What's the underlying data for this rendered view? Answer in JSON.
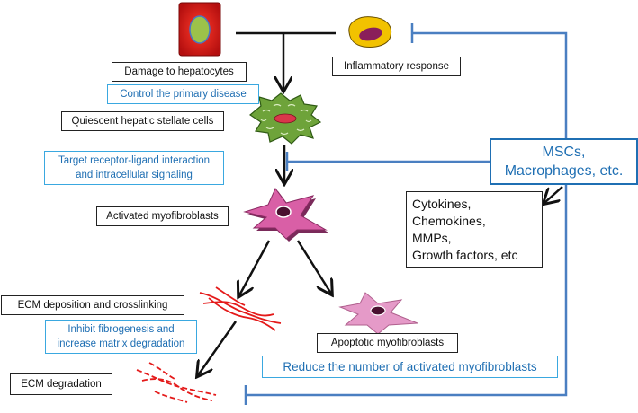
{
  "labels": {
    "damage": "Damage to hepatocytes",
    "inflammatory": "Inflammatory response",
    "control_disease": "Control the primary disease",
    "quiescent": "Quiescent hepatic stellate cells",
    "target_line1": "Target receptor-ligand interaction",
    "target_line2": "and intracellular signaling",
    "activated": "Activated myofibroblasts",
    "mscs_line1": "MSCs,",
    "mscs_line2": "Macrophages, etc.",
    "factors_line1": "Cytokines,",
    "factors_line2": "Chemokines,",
    "factors_line3": "MMPs,",
    "factors_line4": "Growth factors, etc",
    "ecm_deposition": "ECM deposition and crosslinking",
    "inhibit_line1": "Inhibit fibrogenesis and",
    "inhibit_line2": "increase matrix degradation",
    "apoptotic": "Apoptotic myofibroblasts",
    "reduce": "Reduce the number of activated myofibroblasts",
    "ecm_degradation": "ECM degradation"
  },
  "colors": {
    "inhibition_line": "#4a7fc1",
    "blue_box_border": "#3aa8e0",
    "blue_box_text": "#1f6fb3",
    "hepatocyte_fill": "#d41e1e",
    "hepatocyte_nucleus": "#9cc24a",
    "inflammatory_cell": "#f2c200",
    "inflammatory_nucleus": "#8a1f5a",
    "stellate_cell": "#6ea33a",
    "myofibroblast": "#d95fa6",
    "apoptotic_cell": "#e59ac8",
    "ecm_fiber": "#e41a1a"
  },
  "icons": [
    "hepatocyte-icon",
    "inflammatory-cell-icon",
    "quiescent-stellate-cell-icon",
    "activated-myofibroblast-icon",
    "apoptotic-myofibroblast-icon",
    "ecm-fiber-icon",
    "degraded-ecm-fiber-icon"
  ]
}
